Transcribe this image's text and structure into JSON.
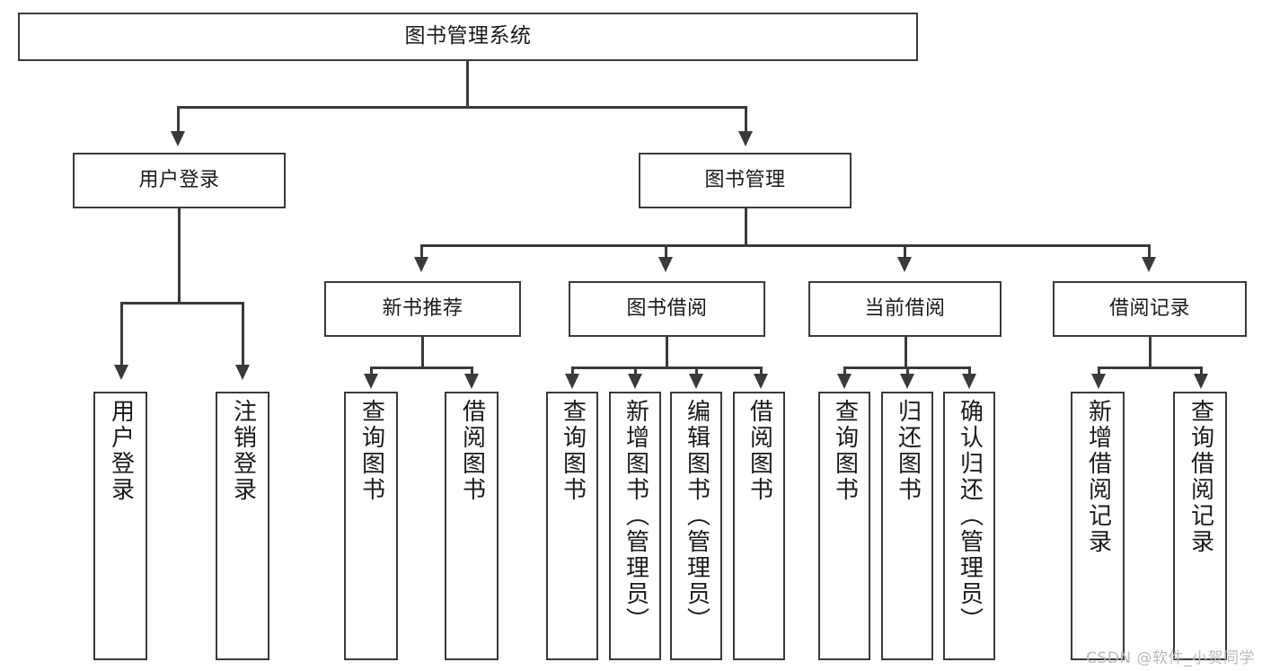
{
  "diagram": {
    "title": "图书管理系统",
    "type": "tree-hierarchy",
    "root": {
      "label": "图书管理系统"
    },
    "level2": [
      {
        "label": "用户登录"
      },
      {
        "label": "图书管理"
      }
    ],
    "level3": [
      {
        "label": "新书推荐"
      },
      {
        "label": "图书借阅"
      },
      {
        "label": "当前借阅"
      },
      {
        "label": "借阅记录"
      }
    ],
    "leaves": {
      "user_login": [
        {
          "label": "用户登录"
        },
        {
          "label": "注销登录"
        }
      ],
      "new_book_recommend": [
        {
          "label": "查询图书"
        },
        {
          "label": "借阅图书"
        }
      ],
      "book_borrow": [
        {
          "label": "查询图书"
        },
        {
          "label": "新增图书（管理员）"
        },
        {
          "label": "编辑图书（管理员）"
        },
        {
          "label": "借阅图书"
        }
      ],
      "current_borrow": [
        {
          "label": "查询图书"
        },
        {
          "label": "归还图书"
        },
        {
          "label": "确认归还（管理员）"
        }
      ],
      "borrow_record": [
        {
          "label": "新增借阅记录"
        },
        {
          "label": "查询借阅记录"
        }
      ]
    }
  },
  "watermark": {
    "text": "CSDN @软件_小贺同学"
  },
  "colors": {
    "stroke": "#3a3a3a",
    "background": "#ffffff",
    "text": "#1a1a1a",
    "watermark": "#b9b9b9"
  }
}
